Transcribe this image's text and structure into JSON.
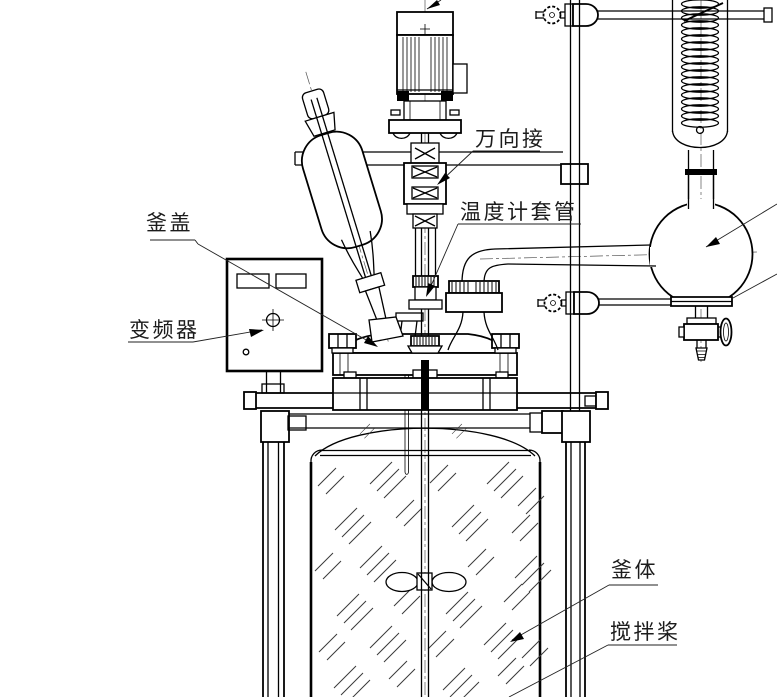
{
  "diagram": {
    "type": "technical line drawing",
    "colors": {
      "line": "#000000",
      "background": "#ffffff",
      "label_text": "#1c1c1c"
    },
    "labels": {
      "universal_joint": "万向接",
      "thermometer_sleeve": "温度计套管",
      "kettle_lid": "釜盖",
      "frequency_inverter": "变频器",
      "kettle_body": "釜体",
      "stirring_paddle": "搅拌桨"
    }
  }
}
